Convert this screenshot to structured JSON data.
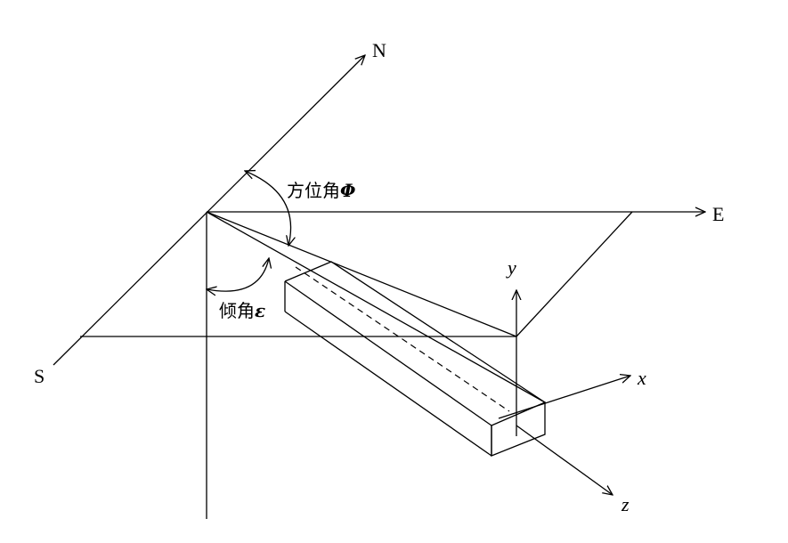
{
  "compass": {
    "north": "N",
    "east": "E",
    "south": "S"
  },
  "axes": {
    "x": "x",
    "y": "y",
    "z": "z"
  },
  "angles": {
    "azimuth_label": "方位角",
    "azimuth_symbol": "Φ",
    "inclination_label": "倾角",
    "inclination_symbol": "ε"
  },
  "style": {
    "line_color": "#000000",
    "background": "#ffffff"
  }
}
